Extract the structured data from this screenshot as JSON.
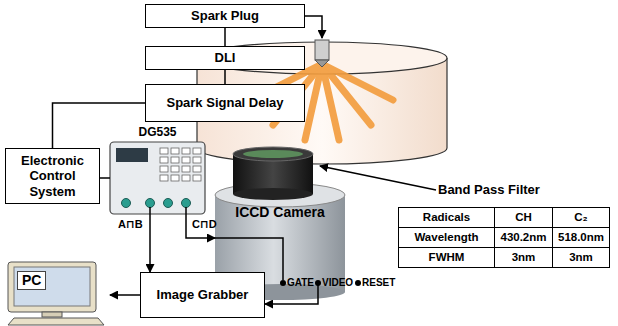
{
  "diagram": {
    "nodes": [
      {
        "text": [
          "Spark Plug"
        ]
      },
      {
        "text": [
          "DLI"
        ]
      },
      {
        "text": [
          "Spark Signal Delay"
        ]
      },
      {
        "text": [
          "Electronic Control System"
        ]
      },
      {
        "text": [
          "DG535"
        ]
      },
      {
        "text": [
          "ICCD Camera"
        ]
      },
      {
        "text": [
          "PC"
        ]
      },
      {
        "text": [
          "Image Grabber"
        ]
      }
    ],
    "edges": [
      {
        "from": 0,
        "to": 1,
        "arrow": "none"
      },
      {
        "from": 1,
        "to": 2,
        "arrow": "none"
      },
      {
        "from": 2,
        "to": 3,
        "arrow": "none"
      },
      {
        "from": 3,
        "to": 4,
        "arrow": "none"
      },
      {
        "from": 4,
        "to": 7,
        "arrow": "to"
      },
      {
        "from": 4,
        "to": 5,
        "arrow": "to"
      },
      {
        "from": 5,
        "to": 7,
        "arrow": "to"
      },
      {
        "from": 7,
        "to": 6,
        "arrow": "to"
      }
    ],
    "labels": [
      "A⊓B",
      "C⊓D",
      "GATE",
      "VIDEO",
      "RESET",
      "Band Pass Filter",
      "Radicals",
      "CH",
      "C₂",
      "Wavelength",
      "430.2nm",
      "518.0nm",
      "FWHM",
      "3nm",
      "3nm"
    ]
  }
}
